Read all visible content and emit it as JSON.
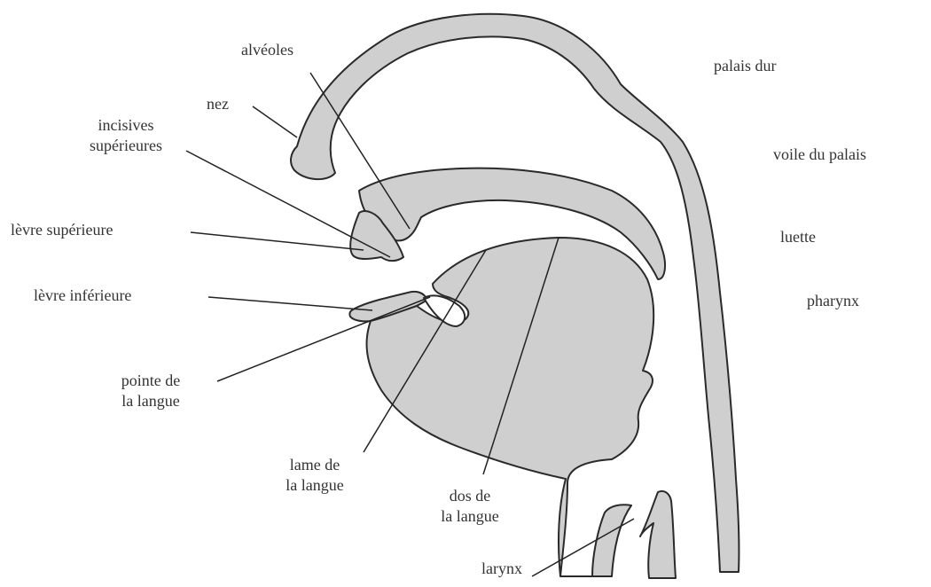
{
  "colors": {
    "tissue_fill": "#cfcfcf",
    "outline": "#2a2a2a",
    "leader_line": "#222222",
    "text": "#333333",
    "background": "#ffffff"
  },
  "labels": {
    "alveoles": "alvéoles",
    "nez": "nez",
    "palais_dur": "palais dur",
    "incisives_l1": "incisives",
    "incisives_l2": "supérieures",
    "voile_du_palais": "voile du palais",
    "levre_superieure": "lèvre supérieure",
    "luette": "luette",
    "levre_inferieure": "lèvre inférieure",
    "pharynx": "pharynx",
    "pointe_l1": "pointe de",
    "pointe_l2": "la langue",
    "lame_l1": "lame de",
    "lame_l2": "la langue",
    "dos_l1": "dos de",
    "dos_l2": "la langue",
    "larynx": "larynx"
  }
}
